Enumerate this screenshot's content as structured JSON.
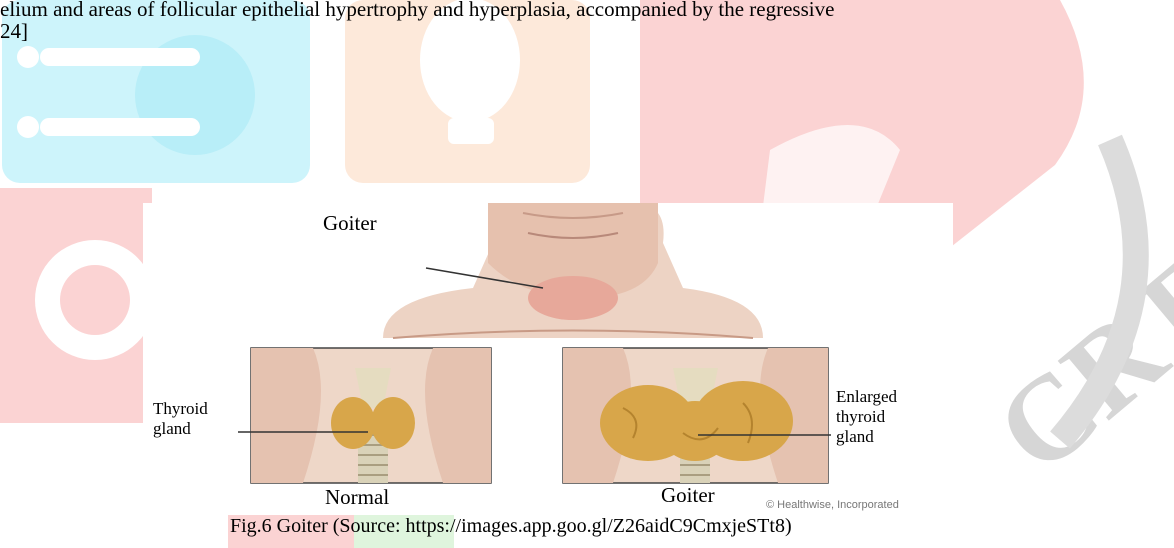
{
  "body_text": {
    "line1": "elium and areas of follicular epithelial hypertrophy and hyperplasia, accompanied by the regressive",
    "line2": "24]"
  },
  "figure": {
    "label_goiter_top": "Goiter",
    "label_thyroid_1": "Thyroid",
    "label_thyroid_2": "gland",
    "label_enlarged_1": "Enlarged",
    "label_enlarged_2": "thyroid",
    "label_enlarged_3": "gland",
    "caption_normal": "Normal",
    "caption_goiter": "Goiter",
    "credit": "© Healthwise, Incorporated"
  },
  "caption": "Fig.6 Goiter (Source: https://images.app.goo.gl/Z26aidC9CmxjeSTt8)",
  "colors": {
    "watermark_cyan": "#cdf4fb",
    "watermark_orange": "#fde9da",
    "watermark_red": "#fbd3d3",
    "watermark_green": "#dff5dd",
    "watermark_grey": "#d8d8d8",
    "skin": "#e8c9b8",
    "thyroid": "#d8a64a"
  }
}
